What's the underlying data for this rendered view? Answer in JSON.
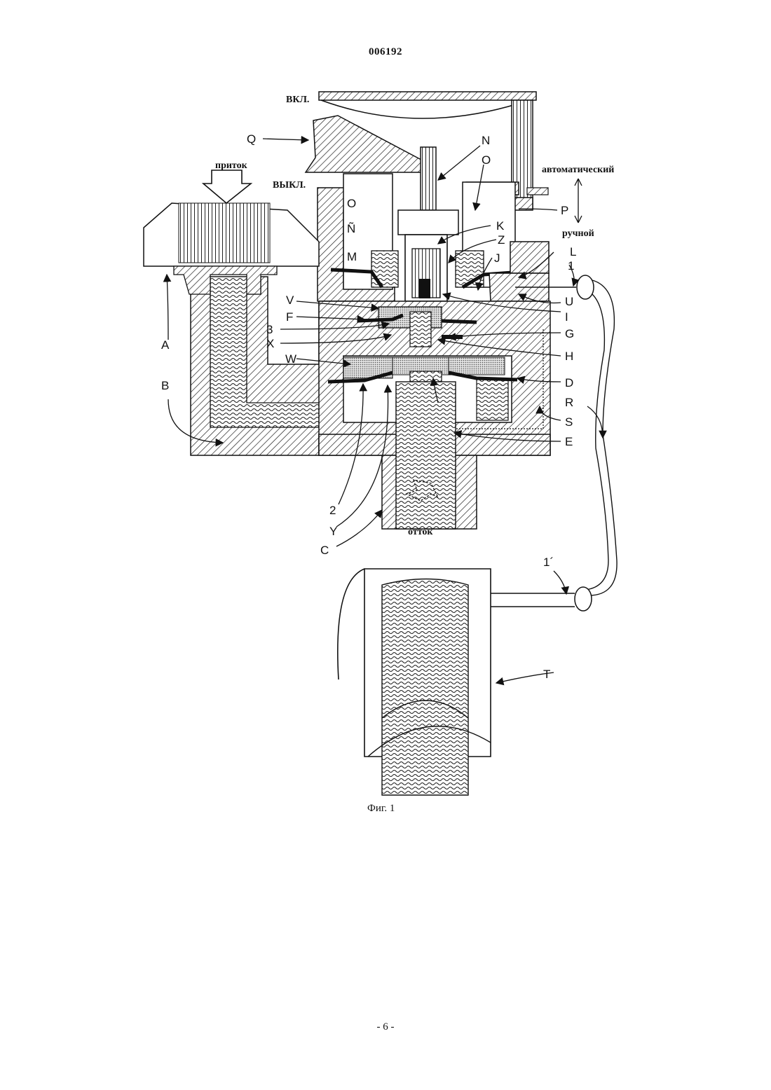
{
  "header": {
    "document_number": "006192"
  },
  "footer": {
    "page_number": "- 6 -"
  },
  "figure": {
    "caption": "Фиг. 1",
    "annotations": {
      "on": "ВКЛ.",
      "off": "ВЫКЛ.",
      "inflow": "приток",
      "outflow": "отток",
      "automatic": "автоматический",
      "manual": "ручной"
    },
    "part_labels": {
      "A": "A",
      "B": "B",
      "C": "C",
      "D": "D",
      "E": "E",
      "F": "F",
      "G": "G",
      "H": "H",
      "I": "I",
      "J": "J",
      "K": "K",
      "L": "L",
      "M": "M",
      "N": "N",
      "O": "O",
      "O_inner": "O",
      "N_tilde": "Ñ",
      "P": "P",
      "Q": "Q",
      "R": "R",
      "S": "S",
      "T": "T",
      "U": "U",
      "V": "V",
      "W": "W",
      "X": "X",
      "Y": "Y",
      "Z": "Z",
      "n1": "1",
      "n1_prime": "1´",
      "n2": "2",
      "n3": "3"
    }
  }
}
